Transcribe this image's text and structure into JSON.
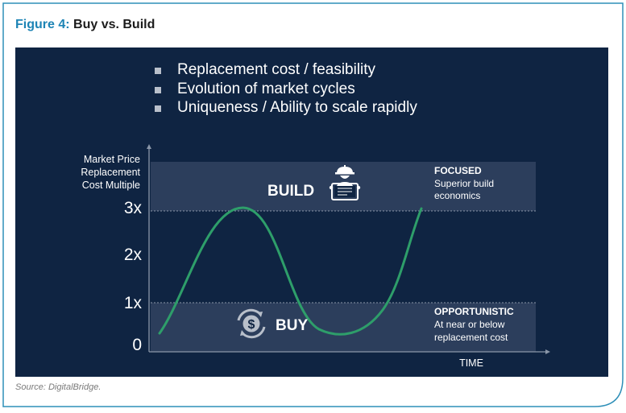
{
  "figure": {
    "number": "Figure 4:",
    "title": "Buy vs. Build",
    "source": "Source: DigitalBridge."
  },
  "bullets": [
    "Replacement cost / feasibility",
    "Evolution of market cycles",
    "Uniqueness / Ability to scale rapidly"
  ],
  "y_axis": {
    "title_lines": [
      "Market Price",
      "Replacement",
      "Cost Multiple"
    ],
    "ticks": [
      "3x",
      "2x",
      "1x",
      "0"
    ]
  },
  "x_axis": {
    "label": "TIME"
  },
  "zones": {
    "build": {
      "label": "BUILD",
      "icon": "construction-worker-icon",
      "heading": "FOCUSED",
      "desc_lines": [
        "Superior build",
        "economics"
      ]
    },
    "buy": {
      "label": "BUY",
      "icon": "dollar-cycle-icon",
      "heading": "OPPORTUNISTIC",
      "desc_lines": [
        "At near or below",
        "replacement cost"
      ]
    }
  },
  "colors": {
    "panel": "#0f2442",
    "band": "#2c3e5c",
    "curve": "#2e9e6a",
    "title_accent": "#1d84b5",
    "border": "#2e8fb8"
  }
}
